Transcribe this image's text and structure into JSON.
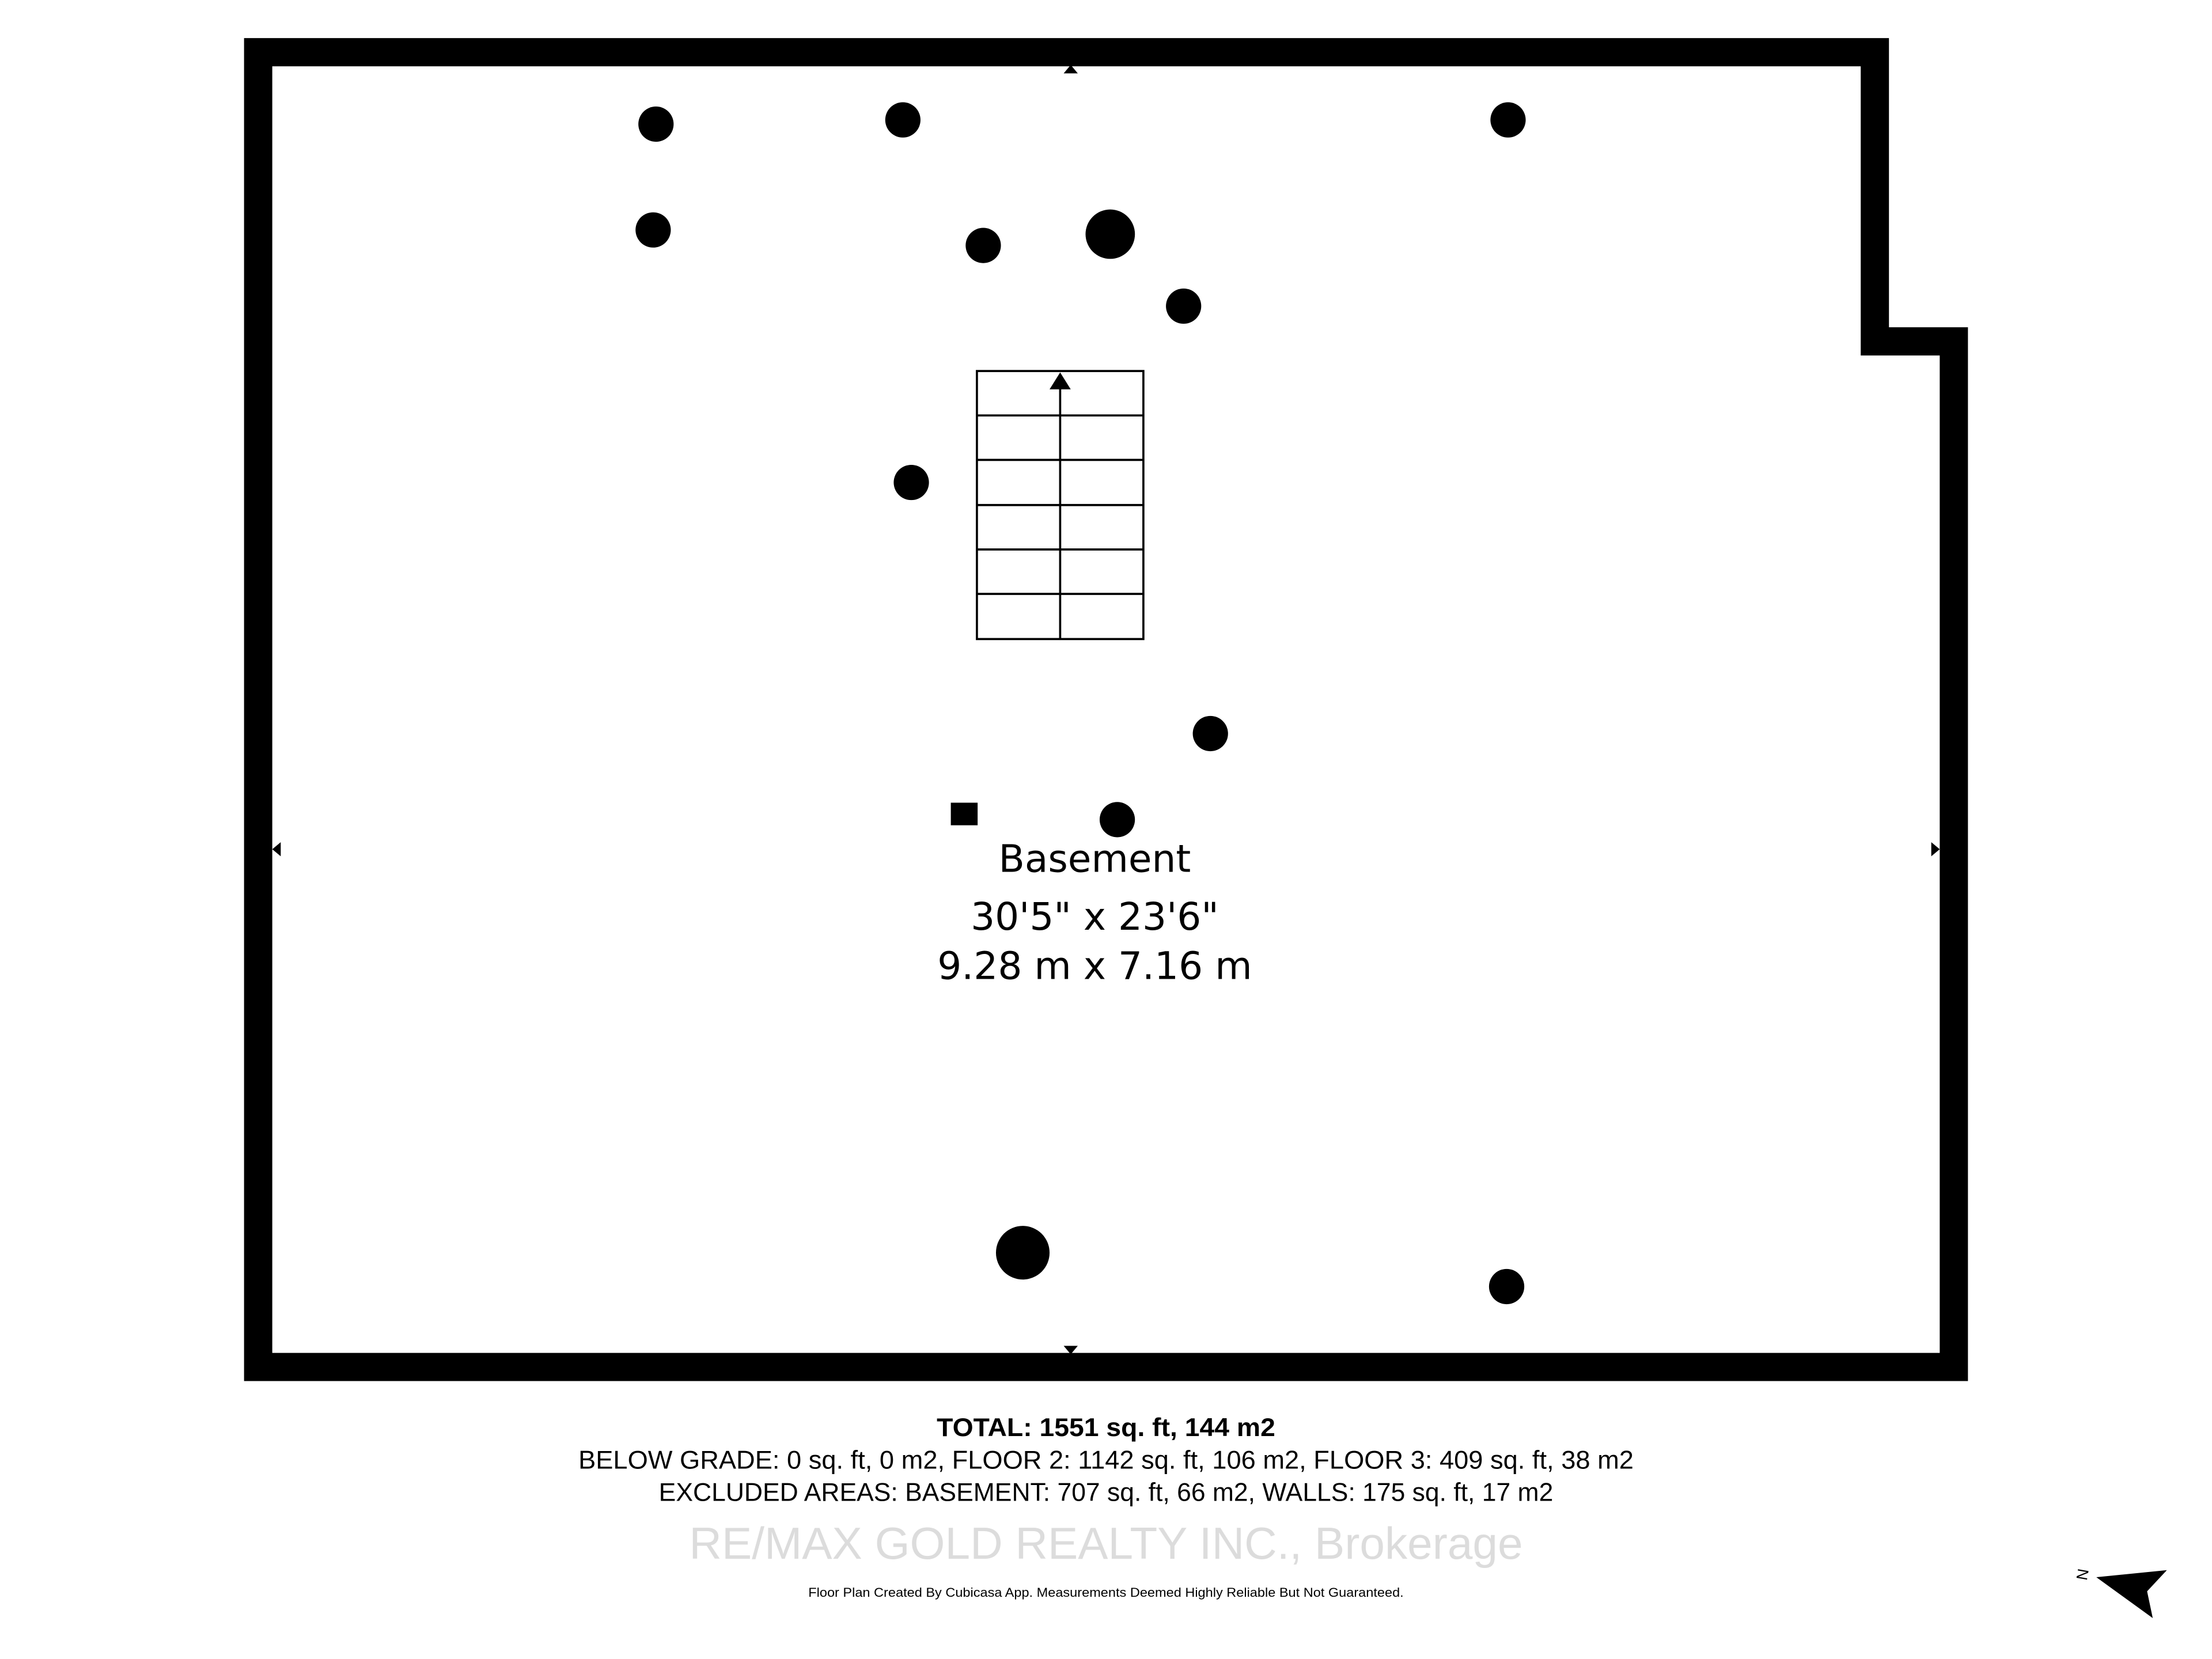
{
  "room": {
    "name": "Basement",
    "dimensions_imperial": "30'5\" x 23'6\"",
    "dimensions_metric": "9.28 m x 7.16 m"
  },
  "summary": {
    "total": "TOTAL: 1551 sq. ft, 144 m2",
    "floors": "BELOW GRADE: 0 sq. ft, 0 m2, FLOOR 2: 1142 sq. ft, 106 m2, FLOOR 3: 409 sq. ft, 38 m2",
    "excluded": "EXCLUDED AREAS: BASEMENT: 707 sq. ft, 66 m2, WALLS: 175 sq. ft, 17 m2",
    "watermark": "RE/MAX GOLD REALTY INC., Brokerage",
    "disclaimer": "Floor Plan Created By Cubicasa App. Measurements Deemed Highly Reliable But Not Guaranteed."
  },
  "compass": {
    "label": "N",
    "icon": "north-arrow-icon"
  },
  "colors": {
    "walls": "#000000",
    "background": "#ffffff"
  }
}
